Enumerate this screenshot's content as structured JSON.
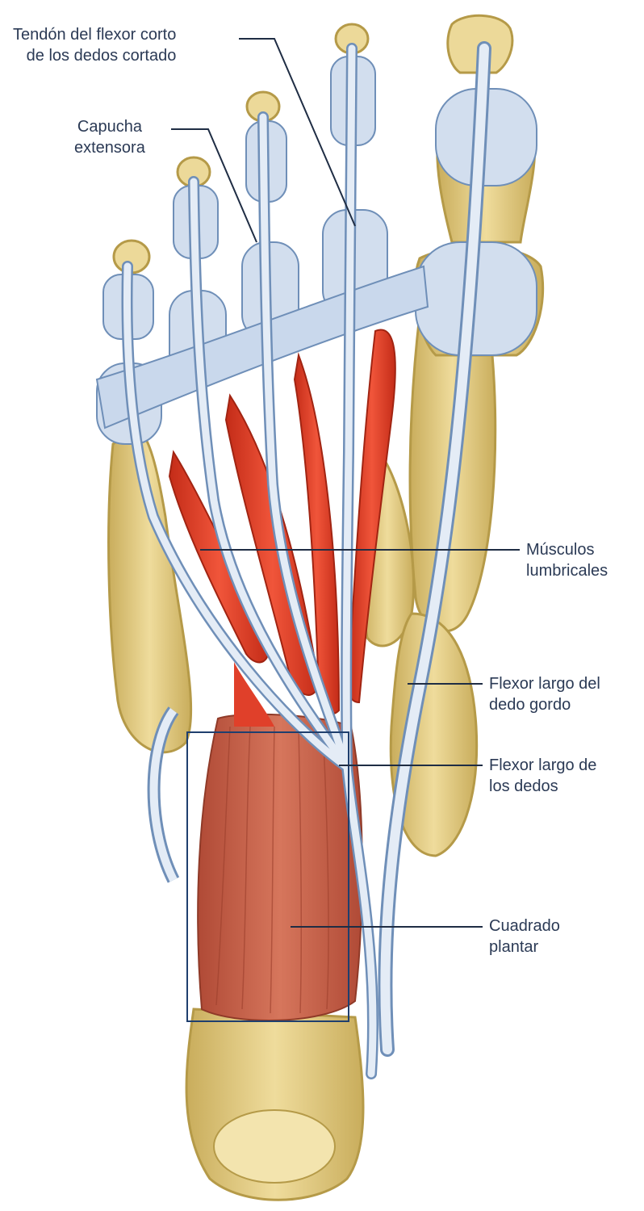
{
  "labels": {
    "tendon_flexor_corto": [
      "Tendón del flexor corto",
      "de los dedos cortado"
    ],
    "capucha_extensora": [
      "Capucha",
      "extensora"
    ],
    "musculos_lumbricales": [
      "Músculos",
      "lumbricales"
    ],
    "flexor_largo_dedo_gordo": [
      "Flexor largo del",
      "dedo gordo"
    ],
    "flexor_largo_dedos": [
      "Flexor largo de",
      "los dedos"
    ],
    "cuadrado_plantar": [
      "Cuadrado",
      "plantar"
    ]
  },
  "colors": {
    "bone": "#e8d48f",
    "bone_edge": "#b59a48",
    "tendon": "#dfe8f3",
    "tendon_edge": "#6f8fb8",
    "muscle": "#e0402a",
    "quadratus": "#c86048",
    "leader": "#1f2d44",
    "text": "#2b3a55"
  }
}
